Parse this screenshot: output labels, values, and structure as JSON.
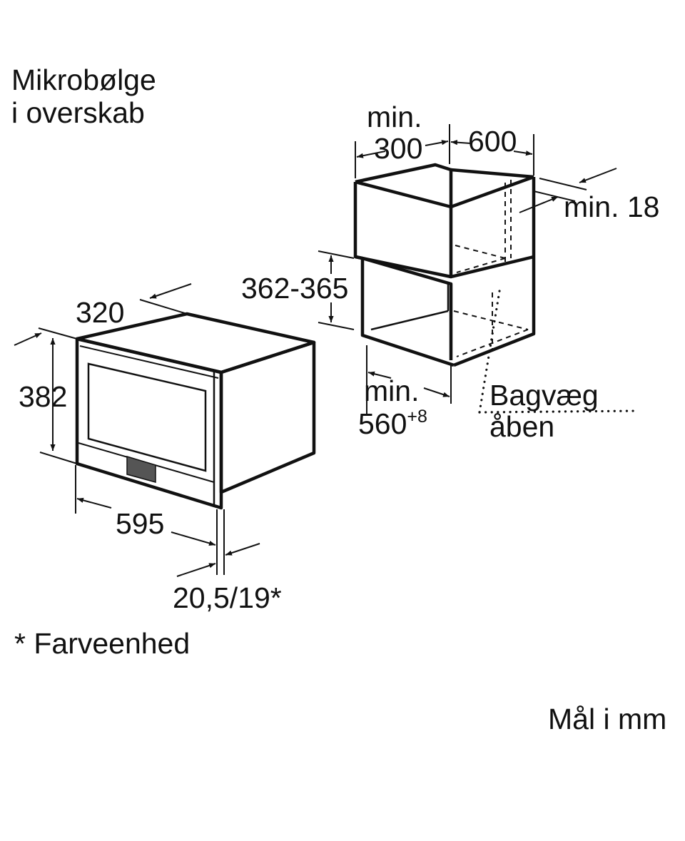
{
  "title": {
    "line1": "Mikrobølge",
    "line2": "i overskab"
  },
  "appliance": {
    "depth": "320",
    "height": "382",
    "width": "595",
    "front_thickness": "20,5/19*"
  },
  "cabinet": {
    "min_label": "min.",
    "depth_min": "300",
    "depth_total": "600",
    "side_thickness": "min. 18",
    "opening_height": "362-365",
    "width_min_label": "min.",
    "width_min": "560",
    "width_tolerance": "+8",
    "back_wall_line1": "Bagvæg",
    "back_wall_line2": "åben"
  },
  "footnote": "* Farveenhed",
  "units": "Mål i mm"
}
